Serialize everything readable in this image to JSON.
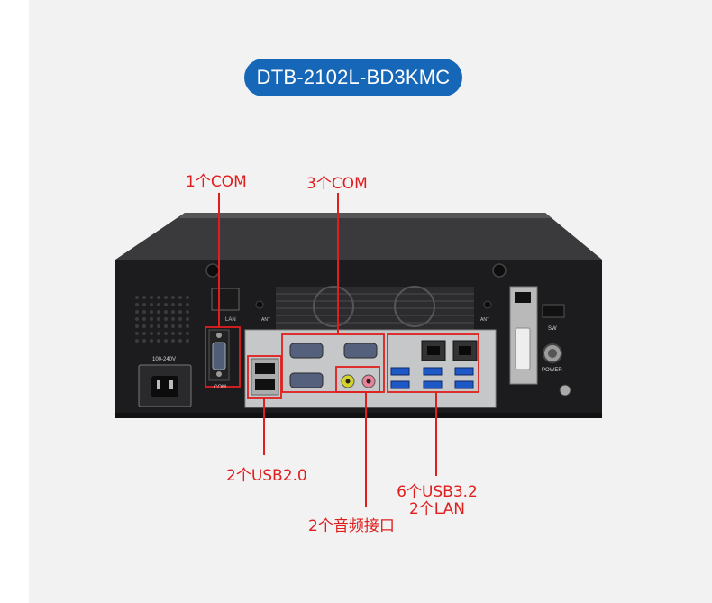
{
  "title": "DTB-2102L-BD3KMC",
  "colors": {
    "accent_blue": "#1767b8",
    "annotation_red": "#e01e1e",
    "chassis": "#1c1c1e"
  },
  "annotations": {
    "com1": "1个COM",
    "com3": "3个COM",
    "usb20": "2个USB2.0",
    "audio": "2个音频接口",
    "usb32": "6个USB3.2",
    "lan": "2个LAN"
  },
  "device_labels": {
    "lan": "LAN",
    "ant_left": "ANT",
    "ant_right": "ANT",
    "power_input": "100-240V",
    "com": "COM",
    "sw": "SW",
    "power": "POWER"
  }
}
